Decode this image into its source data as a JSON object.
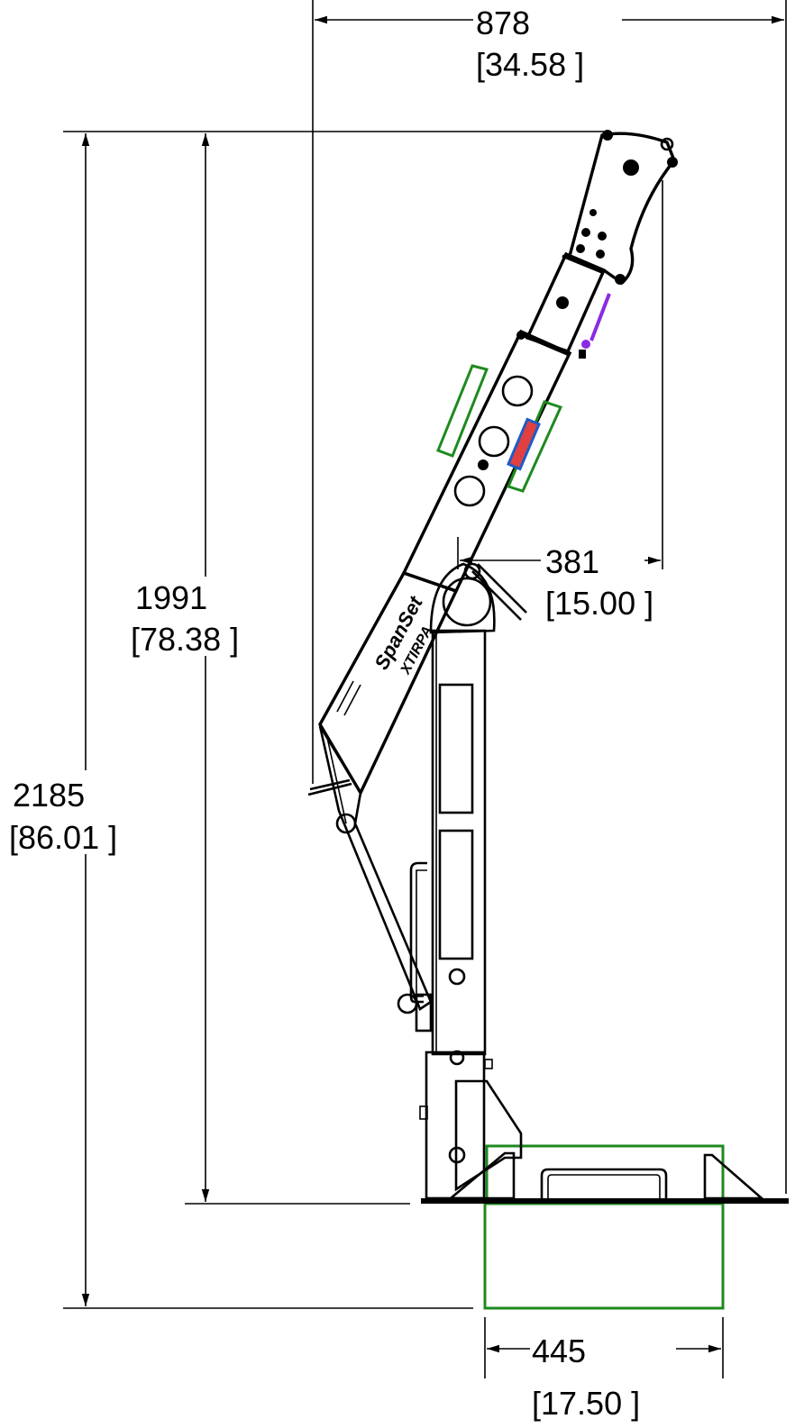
{
  "drawing": {
    "brand_name": "SpanSet",
    "product_name": "XTIRPA",
    "dimensions": {
      "overall_width": {
        "mm": "878",
        "in": "[34.58 ]"
      },
      "boom_height": {
        "mm": "1991",
        "in": "[78.38 ]"
      },
      "overall_height": {
        "mm": "2185",
        "in": "[86.01 ]"
      },
      "reach": {
        "mm": "381",
        "in": "[15.00 ]"
      },
      "base_width": {
        "mm": "445",
        "in": "[17.50 ]"
      }
    }
  },
  "colors": {
    "outline": "#000000",
    "base_frame": "#1e8a1e",
    "handle_guard": "#1e8a1e",
    "cable": "#8a2be2"
  }
}
